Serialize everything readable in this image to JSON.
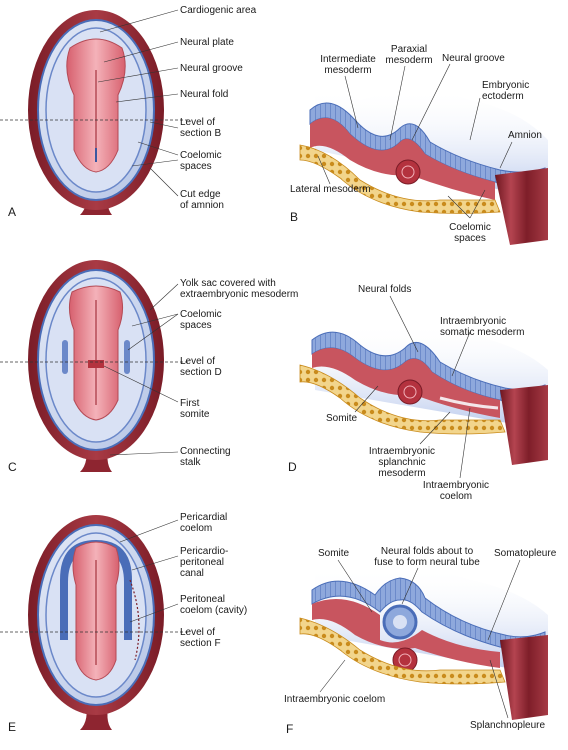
{
  "colors": {
    "wall": "#8e2530",
    "wall_light": "#a83a44",
    "fluid": "#c8d3ea",
    "ectoderm": "#4a6db8",
    "ectoderm_light": "#8ea8dc",
    "embryo": "#e07a86",
    "mesoderm": "#c8555f",
    "yolk": "#e8b84a",
    "leader": "#333333"
  },
  "panels": {
    "A": {
      "letter": "A",
      "labels": {
        "cardiogenic": "Cardiogenic area",
        "neural_plate": "Neural plate",
        "neural_groove": "Neural groove",
        "neural_fold": "Neural fold",
        "level_1": "Level of",
        "level_2": "section B",
        "coelomic_1": "Coelomic",
        "coelomic_2": "spaces",
        "cut_1": "Cut edge",
        "cut_2": "of amnion"
      }
    },
    "B": {
      "letter": "B",
      "labels": {
        "intermediate_1": "Intermediate",
        "intermediate_2": "mesoderm",
        "paraxial_1": "Paraxial",
        "paraxial_2": "mesoderm",
        "neural_groove": "Neural groove",
        "embryonic_1": "Embryonic",
        "embryonic_2": "ectoderm",
        "amnion": "Amnion",
        "lateral": "Lateral mesoderm",
        "coelomic_1": "Coelomic",
        "coelomic_2": "spaces"
      }
    },
    "C": {
      "letter": "C",
      "labels": {
        "yolk_1": "Yolk sac covered with",
        "yolk_2": "extraembryonic mesoderm",
        "coelomic_1": "Coelomic",
        "coelomic_2": "spaces",
        "level_1": "Level of",
        "level_2": "section D",
        "first_1": "First",
        "first_2": "somite",
        "stalk_1": "Connecting",
        "stalk_2": "stalk"
      }
    },
    "D": {
      "letter": "D",
      "labels": {
        "neural_folds": "Neural folds",
        "somatic_1": "Intraembryonic",
        "somatic_2": "somatic mesoderm",
        "somite": "Somite",
        "splanchnic_1": "Intraembryonic",
        "splanchnic_2": "splanchnic",
        "splanchnic_3": "mesoderm",
        "coelom_1": "Intraembryonic",
        "coelom_2": "coelom"
      }
    },
    "E": {
      "letter": "E",
      "labels": {
        "pericardial_1": "Pericardial",
        "pericardial_2": "coelom",
        "canal_1": "Pericardio-",
        "canal_2": "peritoneal",
        "canal_3": "canal",
        "peritoneal_1": "Peritoneal",
        "peritoneal_2": "coelom (cavity)",
        "level_1": "Level of",
        "level_2": "section F"
      }
    },
    "F": {
      "letter": "F",
      "labels": {
        "somite": "Somite",
        "neural_1": "Neural folds about to",
        "neural_2": "fuse to form neural tube",
        "somatopleure": "Somatopleure",
        "coelom": "Intraembryonic coelom",
        "splanchnopleure": "Splanchnopleure"
      }
    }
  }
}
